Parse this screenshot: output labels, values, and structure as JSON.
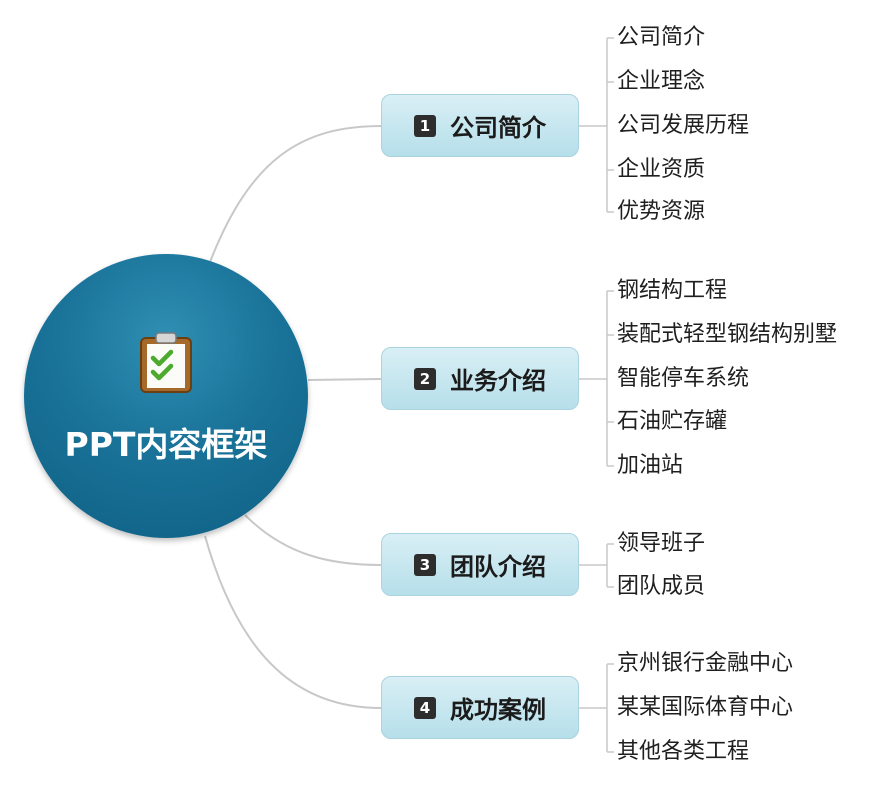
{
  "root": {
    "title": "PPT内容框架",
    "icon": "clipboard-check-icon"
  },
  "topics": [
    {
      "number": "1",
      "label": "公司简介",
      "items": [
        "公司简介",
        "企业理念",
        "公司发展历程",
        "企业资质",
        "优势资源"
      ]
    },
    {
      "number": "2",
      "label": "业务介绍",
      "items": [
        "钢结构工程",
        "装配式轻型钢结构别墅",
        "智能停车系统",
        "石油贮存罐",
        "加油站"
      ]
    },
    {
      "number": "3",
      "label": "团队介绍",
      "items": [
        "领导班子",
        "团队成员"
      ]
    },
    {
      "number": "4",
      "label": "成功案例",
      "items": [
        "京州银行金融中心",
        "某某国际体育中心",
        "其他各类工程"
      ]
    }
  ],
  "colors": {
    "root": "#1a7399",
    "topic_fill": "#c6e6ef",
    "connector": "#c8c8c8"
  }
}
